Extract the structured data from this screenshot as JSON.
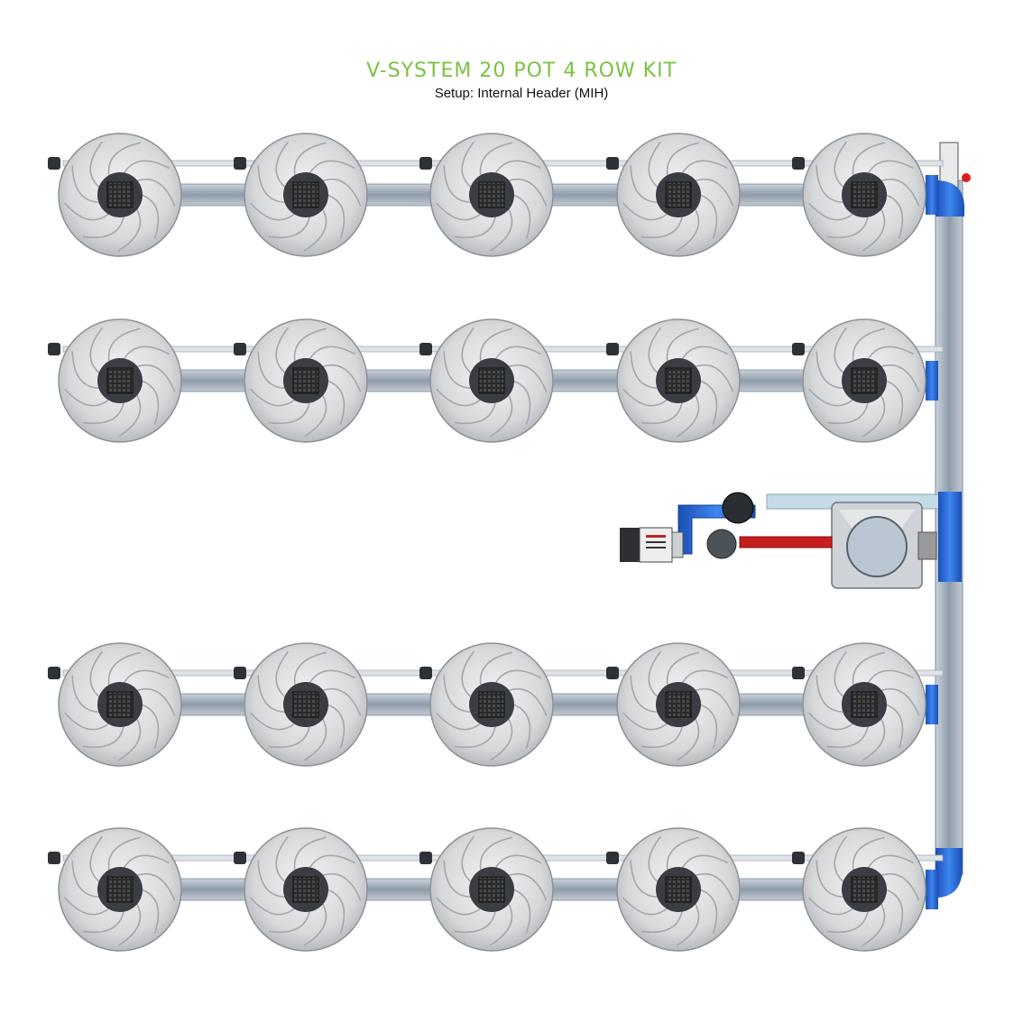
{
  "header": {
    "title": "V-SYSTEM 20 POT 4 ROW KIT",
    "subtitle": "Setup: Internal Header (MIH)"
  },
  "system": {
    "rows": 4,
    "pots_per_row": 5,
    "total_pots": 20
  },
  "colors": {
    "title": "#7cc241",
    "pipe_blue": "#2f6fd8",
    "feed_red": "#c81e1e",
    "pot_grey": "#d9dbdd",
    "tube": "#aab6c4"
  },
  "icons": [
    "pot-icon",
    "pump-icon",
    "reservoir-icon",
    "filter-icon",
    "valve-icon"
  ]
}
